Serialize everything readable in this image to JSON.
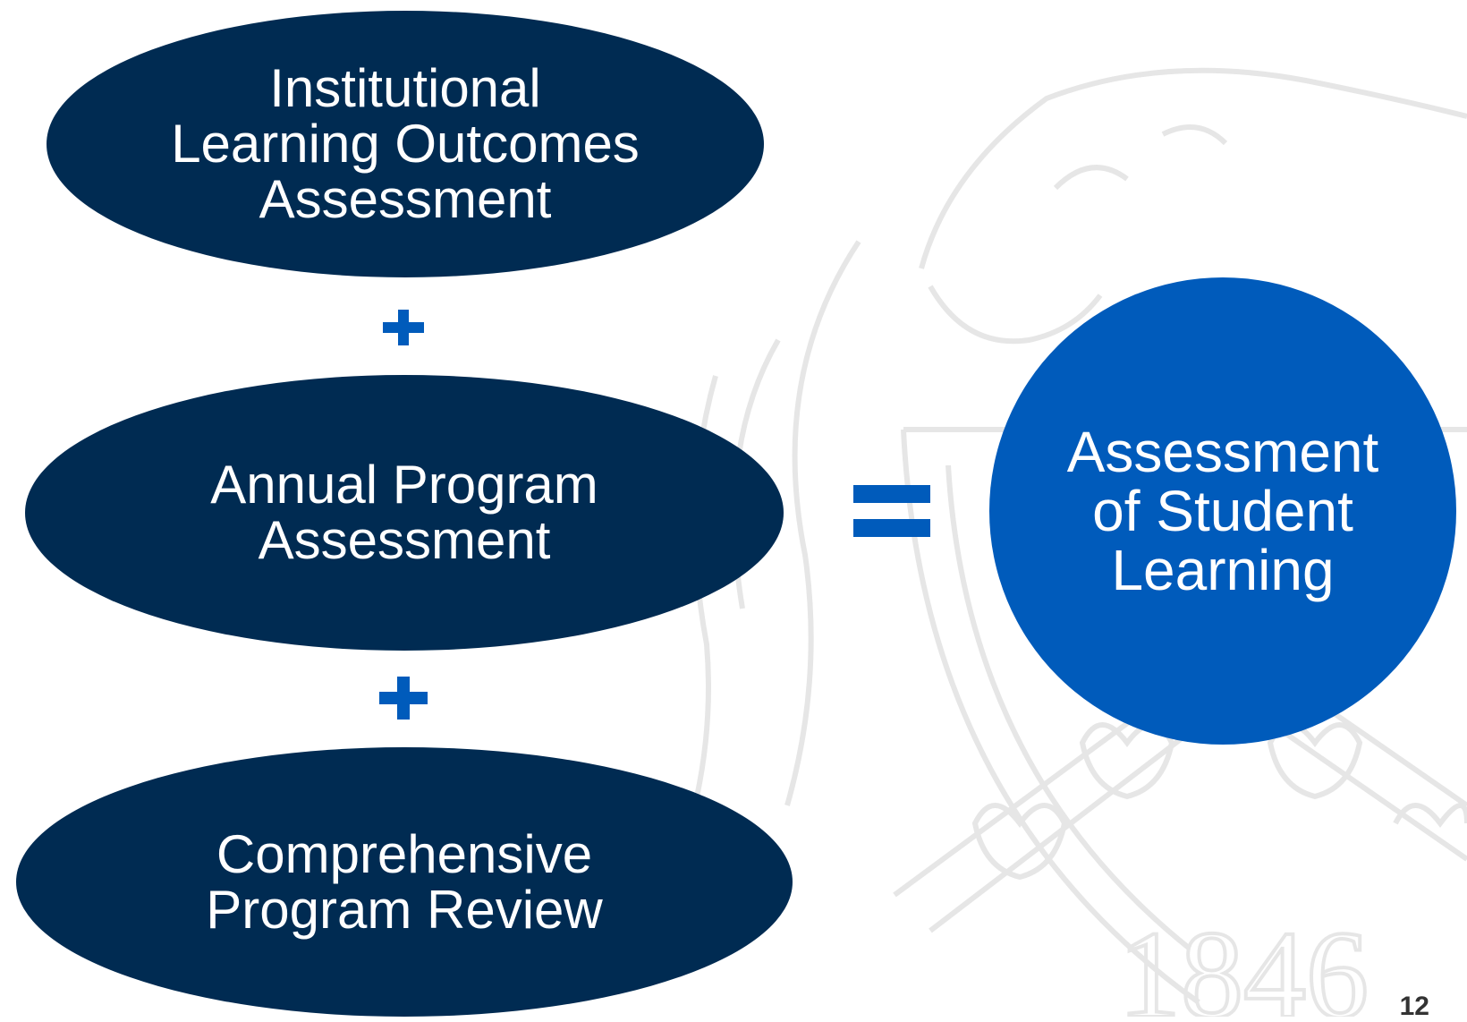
{
  "diagram": {
    "nodes": [
      {
        "id": "institutional",
        "lines": [
          "Institutional",
          "Learning Outcomes",
          "Assessment"
        ]
      },
      {
        "id": "annual",
        "lines": [
          "Annual Program",
          "Assessment"
        ]
      },
      {
        "id": "comprehensive",
        "lines": [
          "Comprehensive",
          "Program Review"
        ]
      }
    ],
    "operators": {
      "plus": "+",
      "equals": "="
    },
    "result": {
      "lines": [
        "Assessment",
        "of Student",
        "Learning"
      ]
    }
  },
  "watermark": {
    "year": "1846"
  },
  "footer": {
    "page_number": "12"
  },
  "colors": {
    "dark_navy": "#002b52",
    "royal_blue": "#005bbb",
    "watermark_gray": "#e4e4e4"
  }
}
